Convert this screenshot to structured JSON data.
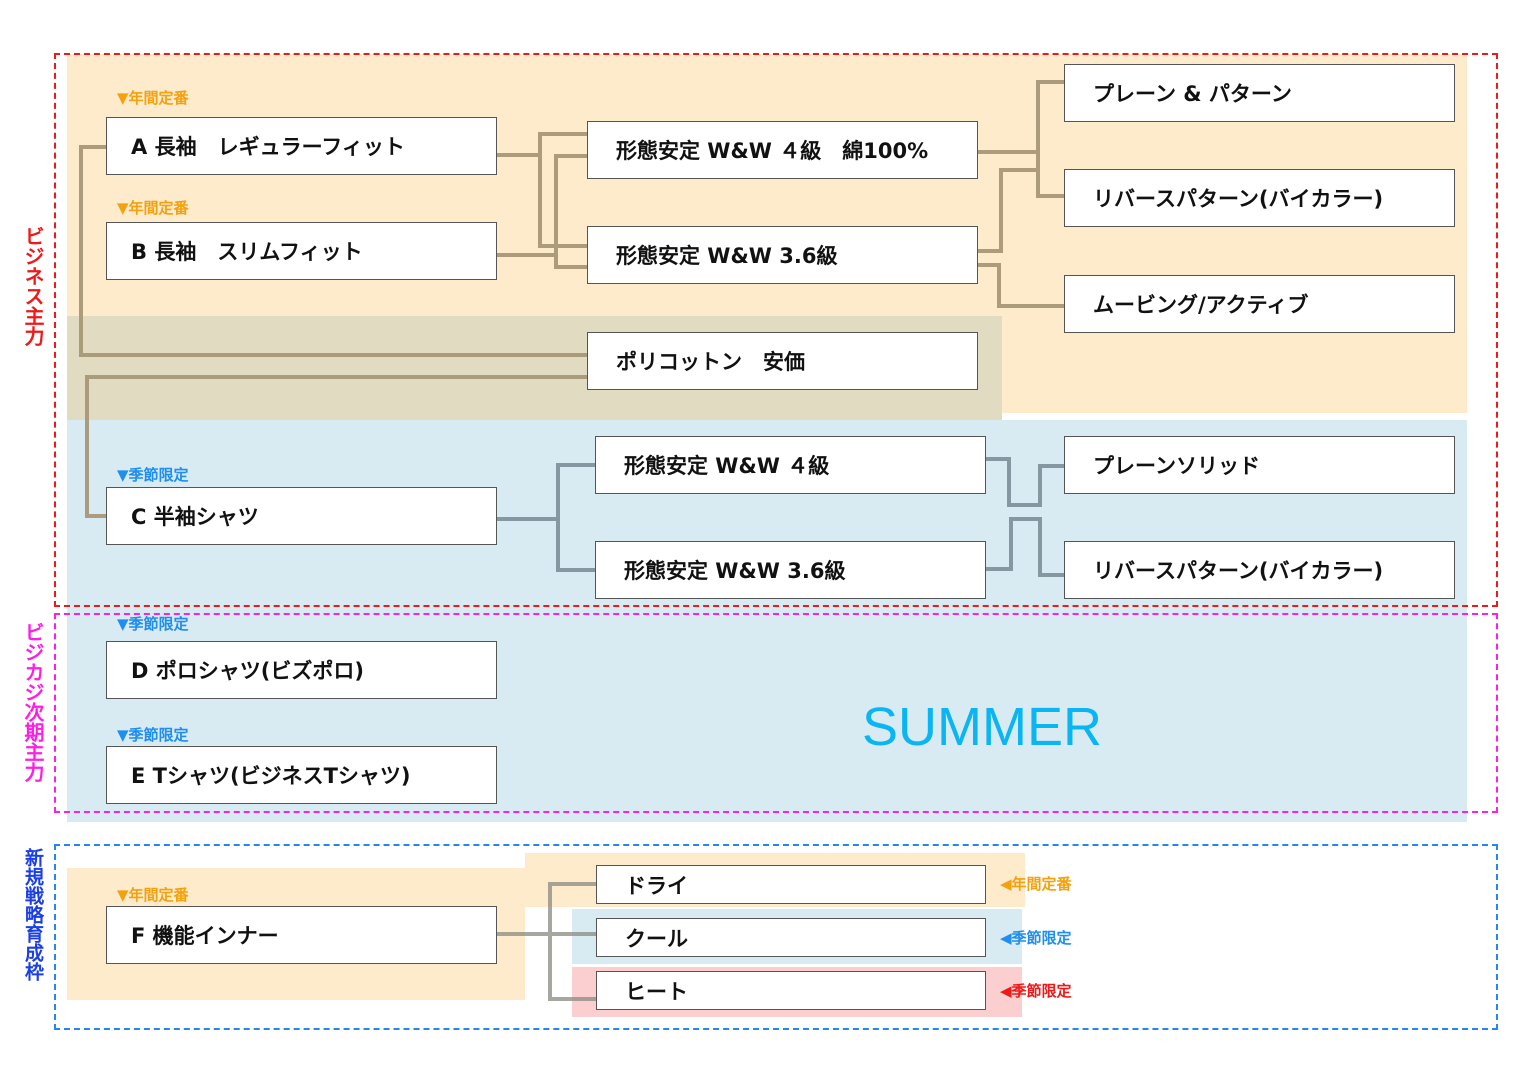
{
  "groups": {
    "business_main": {
      "label": "ビジネス主力",
      "color": "#f01818"
    },
    "bizcasual_next": {
      "label": "ビジカジ次期主力",
      "color": "#ff1ee6"
    },
    "new_strategy": {
      "label": "新規戦略育成枠",
      "color": "#2288ee"
    }
  },
  "tags": {
    "annual": "▼年間定番",
    "seasonal": "▼季節限定",
    "annual_left": "◀年間定番",
    "seasonal_left": "◀季節限定"
  },
  "products": {
    "a": "A 長袖　レギュラーフィット",
    "b": "B 長袖　スリムフィット",
    "c": "C 半袖シャツ",
    "d": "D ポロシャツ(ビズポロ)",
    "e": "E Tシャツ(ビジネスTシャツ)",
    "f": "F 機能インナー"
  },
  "materials": {
    "ww4_cotton": "形態安定 W&W ４級　綿100%",
    "ww36": "形態安定 W&W 3.6級",
    "polycotton": "ポリコットン　安価",
    "ww4": "形態安定 W&W ４級",
    "ww36_c": "形態安定 W&W 3.6級"
  },
  "patterns": {
    "plain_pattern": "プレーン & パターン",
    "reverse_bicolor": "リバースパターン(バイカラー)",
    "moving_active": "ムービング/アクティブ",
    "plain_solid": "プレーンソリッド",
    "reverse_bicolor_c": "リバースパターン(バイカラー)"
  },
  "inner_types": {
    "dry": "ドライ",
    "cool": "クール",
    "heat": "ヒート"
  },
  "season_label": "SUMMER",
  "colors": {
    "annual": "#f4a10f",
    "seasonal": "#1e8ef0",
    "seasonal_warm": "#f01818",
    "connector_orange": "#a89878",
    "connector_blue": "#8598a2",
    "summer": "#0ab5f4"
  }
}
